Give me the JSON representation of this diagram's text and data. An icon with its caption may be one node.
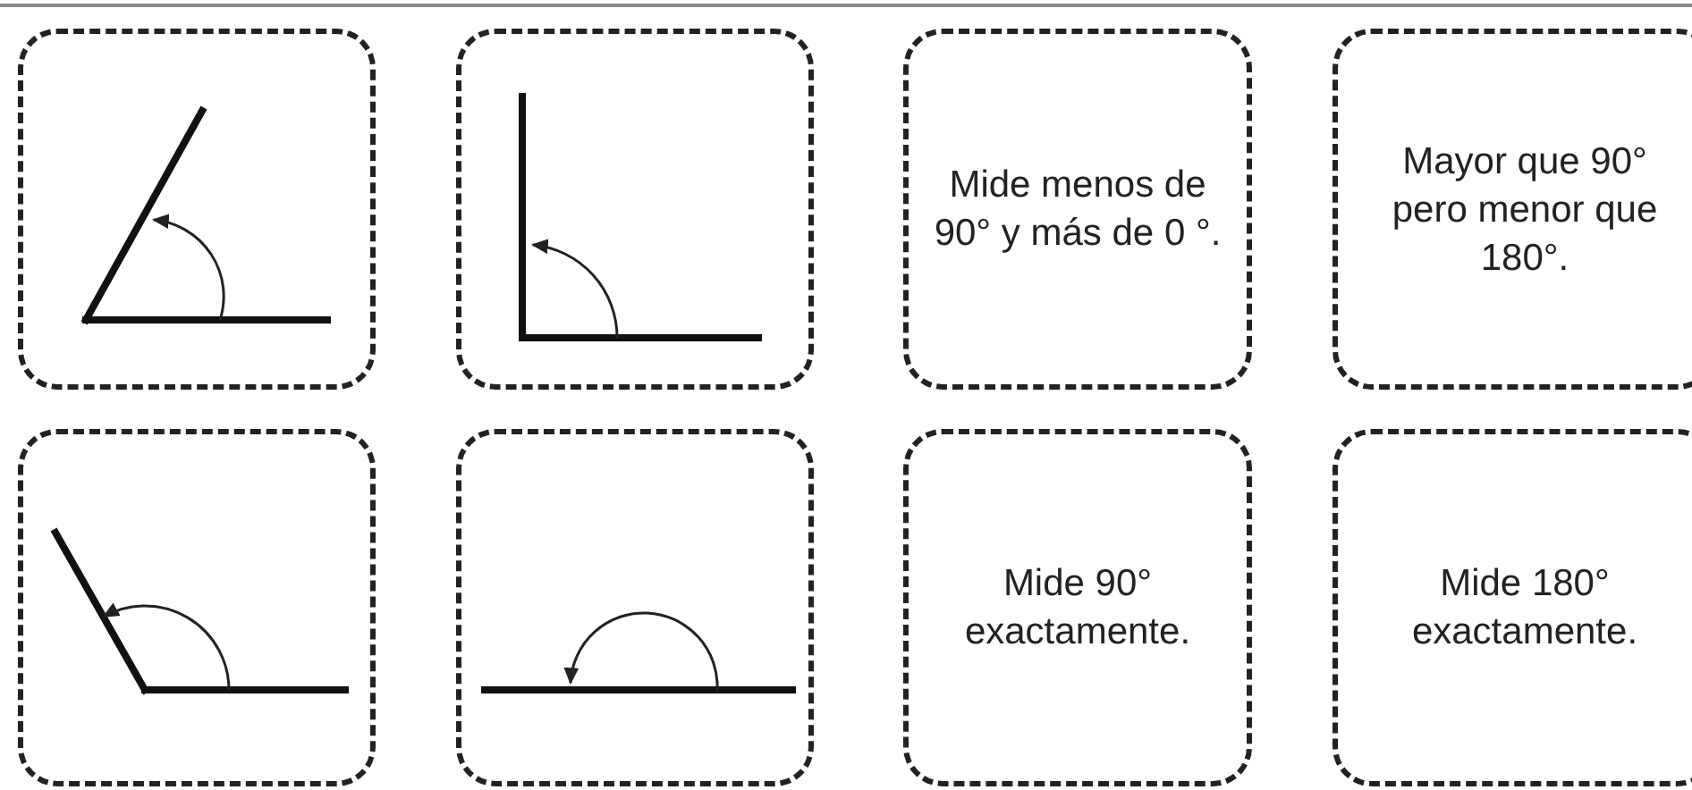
{
  "diagram": {
    "nodes": [
      {
        "text": [],
        "shape": "picture"
      },
      {
        "text": [],
        "shape": "picture"
      },
      {
        "text": [
          "Mide menos de 90° y más de 0 °."
        ]
      },
      {
        "text": [
          "Mayor que 90° pero menor que 180°."
        ]
      },
      {
        "text": [],
        "shape": "picture"
      },
      {
        "text": [],
        "shape": "picture"
      },
      {
        "text": [
          "Mide 90° exactamente."
        ]
      },
      {
        "text": [
          "Mide 180° exactamente."
        ]
      }
    ]
  }
}
